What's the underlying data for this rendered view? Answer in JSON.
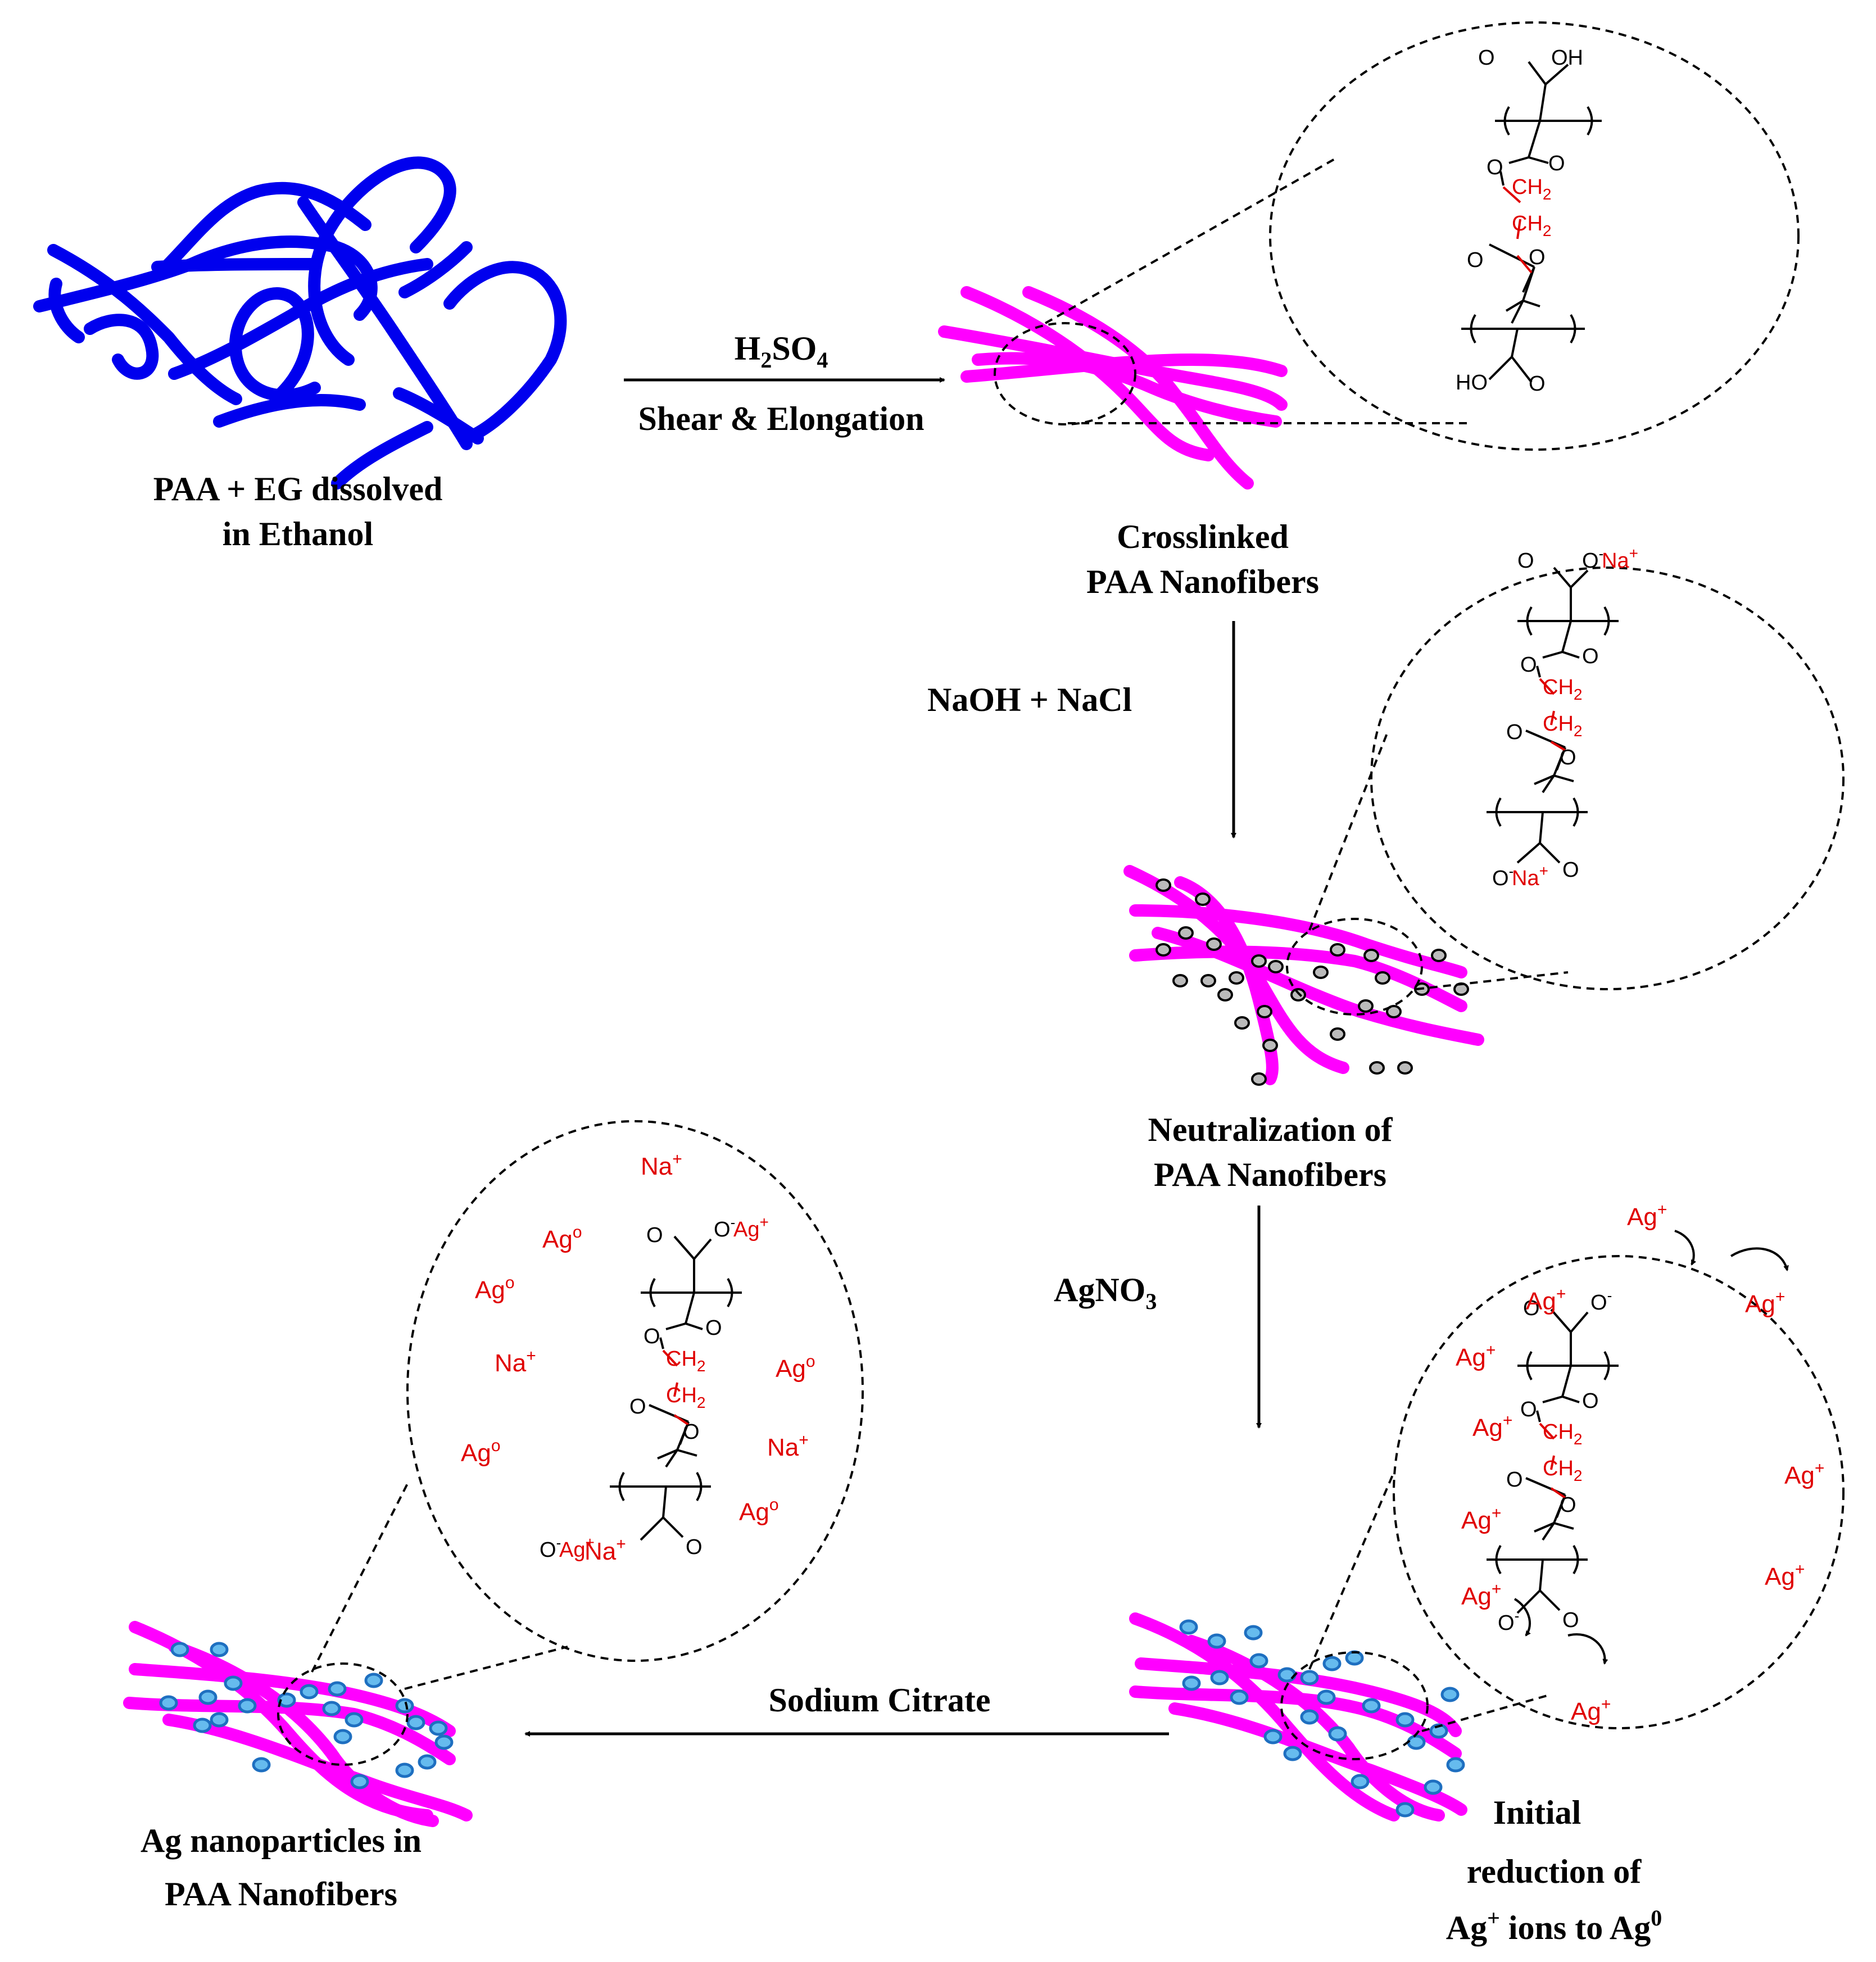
{
  "colors": {
    "coil": "#0000ee",
    "fiber": "#ff00ff",
    "chain": "#e00000",
    "bead_fill": "#66bbee",
    "bead_stroke": "#1e6fc0",
    "dot_fill": "#bbbbbb"
  },
  "labels": {
    "start_1": "PAA + EG dissolved",
    "start_2": "in Ethanol",
    "step1_reagent": "H",
    "step1_reagent_sub": "2",
    "step1_reagent_mid": "SO",
    "step1_reagent_sub2": "4",
    "step1_condition": "Shear  & Elongation",
    "crosslinked_1": "Crosslinked",
    "crosslinked_2": "PAA Nanofibers",
    "step2_reagent": "NaOH + NaCl",
    "neutral_1": "Neutralization of",
    "neutral_2": "PAA Nanofibers",
    "step3_reagent": "AgNO",
    "step3_sub": "3",
    "initial_1": "Initial",
    "initial_2": "reduction of",
    "initial_3a": "Ag",
    "initial_3sup": "+",
    "initial_3b": " ions to Ag",
    "initial_3sup2": "0",
    "step4_reagent": "Sodium Citrate",
    "final_1": "Ag nanoparticles in",
    "final_2": "PAA Nanofibers"
  },
  "structure": {
    "O": "O",
    "OH": "OH",
    "HO": "HO",
    "CH": "CH",
    "sub2": "2",
    "ONa": "O",
    "Na": "Na",
    "plus": "+",
    "minus": "-"
  },
  "ions": {
    "na": "Na",
    "ag": "Ag",
    "plus": "+",
    "ag0": "Ag",
    "ag0sup": "o",
    "minus": "-"
  }
}
